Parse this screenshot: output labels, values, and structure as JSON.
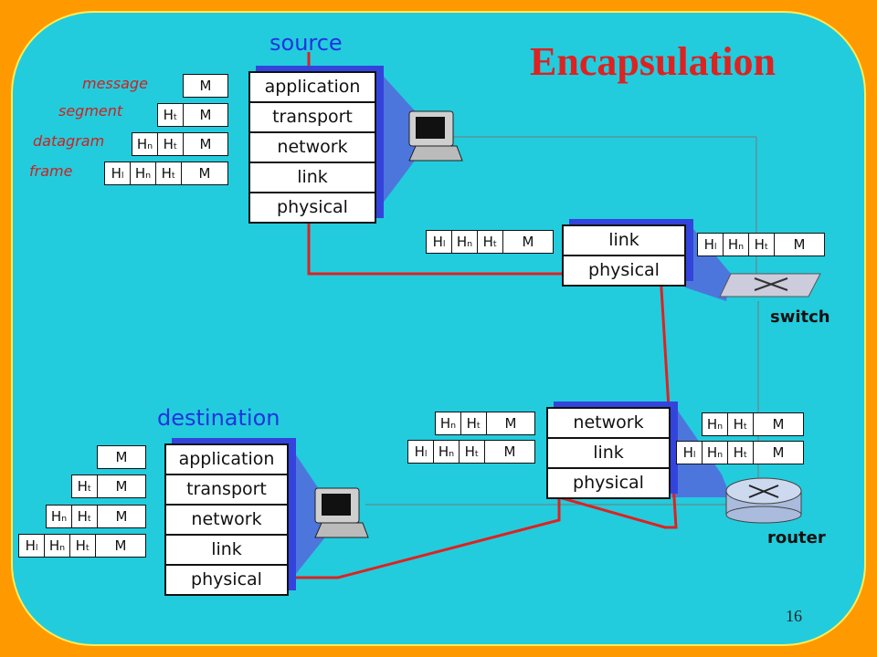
{
  "title": "Encapsulation",
  "page_number": "16",
  "source_label": "source",
  "destination_label": "destination",
  "switch_label": "switch",
  "router_label": "router",
  "legend": {
    "message": "message",
    "segment": "segment",
    "datagram": "datagram",
    "frame": "frame"
  },
  "layers": {
    "application": "application",
    "transport": "transport",
    "network": "network",
    "link": "link",
    "physical": "physical"
  },
  "headers": {
    "link": "Hₗ",
    "network": "Hₙ",
    "transport": "Hₜ"
  },
  "message_symbol": "M",
  "colors": {
    "background": "#22ccdd",
    "frame": "#ff9900",
    "path": "#dd2222",
    "stack_shadow": "#3344dd",
    "title": "#dd2222"
  }
}
